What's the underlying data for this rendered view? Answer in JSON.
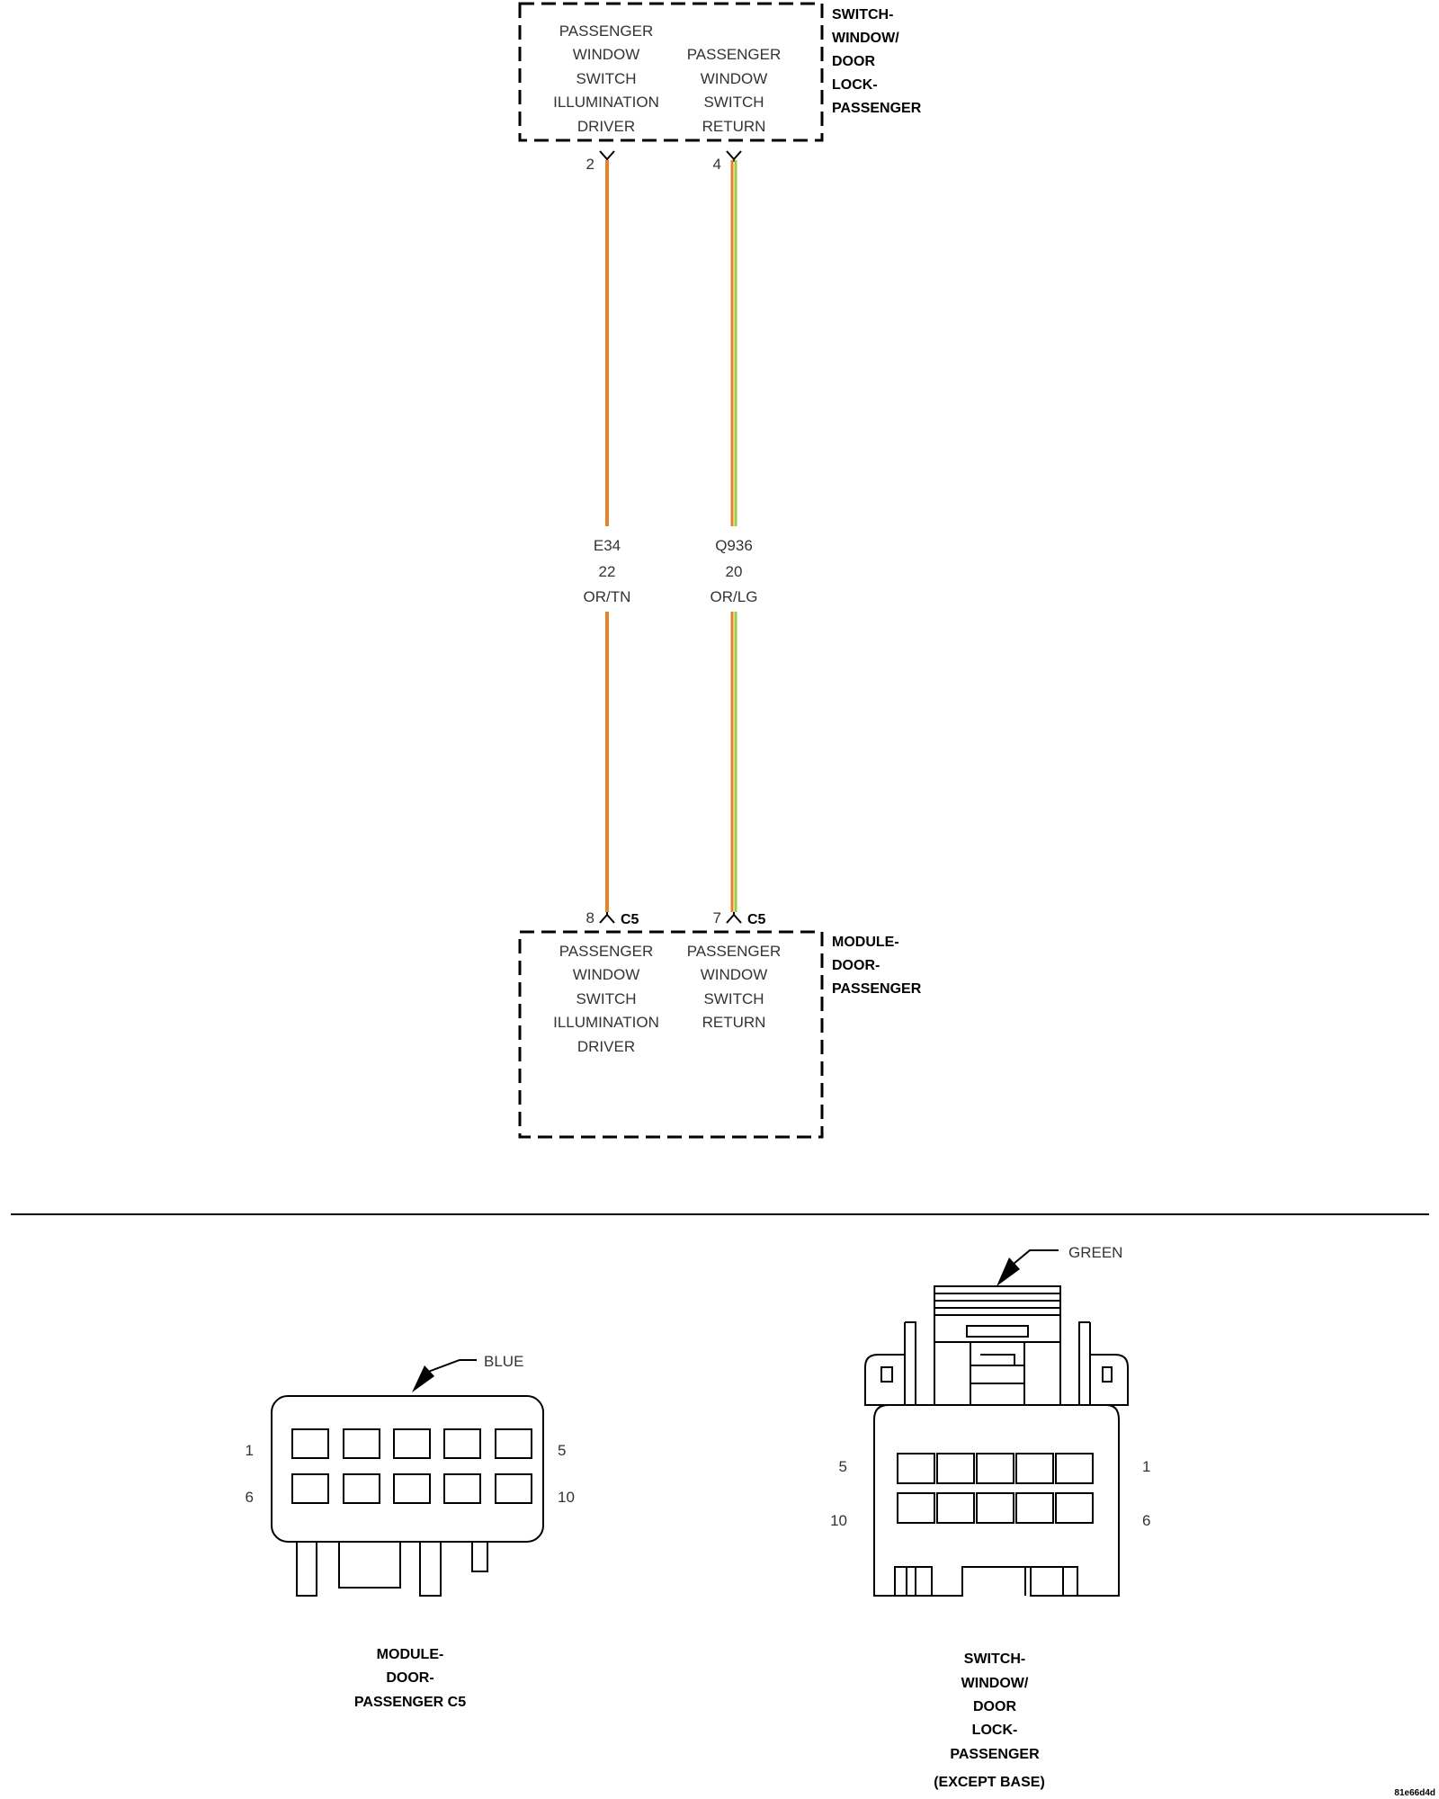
{
  "colors": {
    "orange": "#e8822a",
    "light_green": "#9ccc3c",
    "line": "#000000",
    "text": "#333333"
  },
  "switch_component": {
    "name_lines": [
      "SWITCH-",
      "WINDOW/",
      "DOOR",
      "LOCK-",
      "PASSENGER"
    ],
    "left_function": [
      "PASSENGER",
      "WINDOW",
      "SWITCH",
      "ILLUMINATION",
      "DRIVER"
    ],
    "right_function": [
      "PASSENGER",
      "WINDOW",
      "SWITCH",
      "RETURN"
    ],
    "pin_left": "2",
    "pin_right": "4"
  },
  "module_component": {
    "name_lines": [
      "MODULE-",
      "DOOR-",
      "PASSENGER"
    ],
    "left_function": [
      "PASSENGER",
      "WINDOW",
      "SWITCH",
      "ILLUMINATION",
      "DRIVER"
    ],
    "right_function": [
      "PASSENGER",
      "WINDOW",
      "SWITCH",
      "RETURN"
    ],
    "pin_left": "8",
    "pin_right": "7",
    "connector_left": "C5",
    "connector_right": "C5"
  },
  "wires": [
    {
      "circuit": "E34",
      "gauge": "22",
      "color_code": "OR/TN"
    },
    {
      "circuit": "Q936",
      "gauge": "20",
      "color_code": "OR/LG"
    }
  ],
  "connector_module": {
    "callout": "BLUE",
    "pins": {
      "top_left": "1",
      "top_right": "5",
      "bottom_left": "6",
      "bottom_right": "10"
    },
    "caption_lines": [
      "MODULE-",
      "DOOR-",
      "PASSENGER C5"
    ]
  },
  "connector_switch": {
    "callout": "GREEN",
    "pins": {
      "top_left": "5",
      "top_right": "1",
      "bottom_left": "10",
      "bottom_right": "6"
    },
    "caption_lines": [
      "SWITCH-",
      "WINDOW/",
      "DOOR",
      "LOCK-",
      "PASSENGER",
      "(EXCEPT BASE)"
    ]
  },
  "image_code": "81e66d4d"
}
